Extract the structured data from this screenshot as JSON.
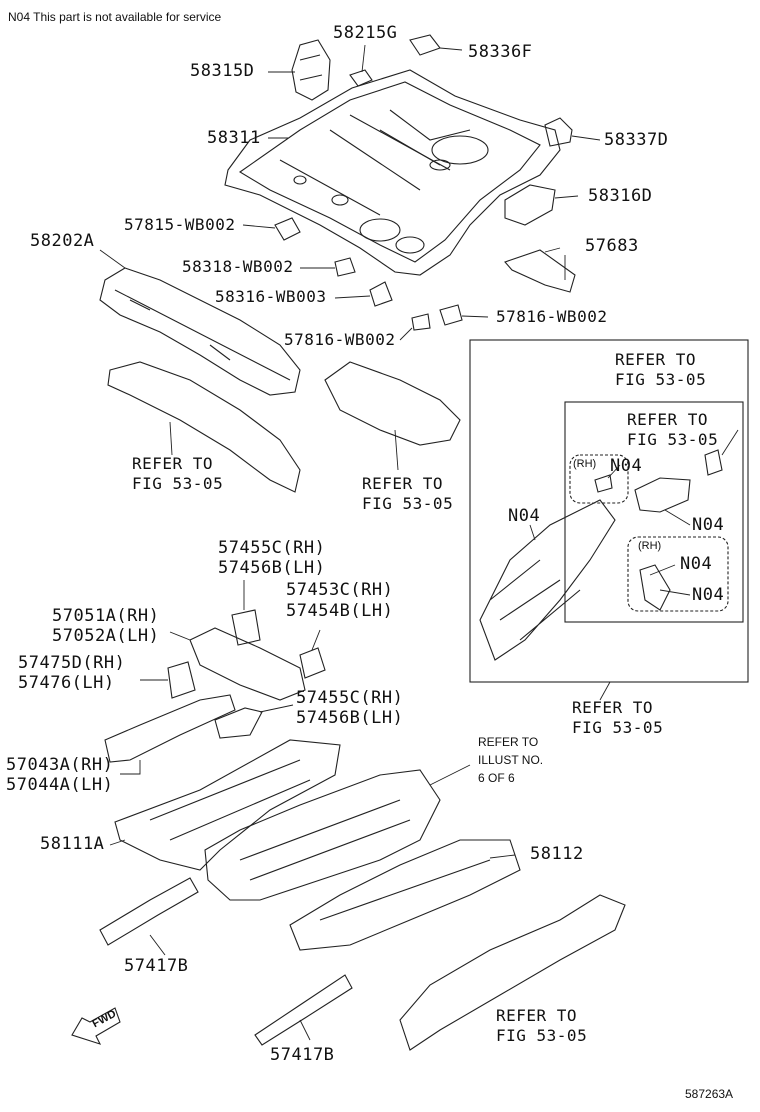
{
  "header_note": "N04 This part is not available for service",
  "illustration_code": "587263A",
  "fwd_label": "FWD",
  "labels": {
    "p58215G": "58215G",
    "p58336F": "58336F",
    "p58315D": "58315D",
    "p58311": "58311",
    "p58337D": "58337D",
    "p58316D": "58316D",
    "p57815": "57815-WB002",
    "p58202A": "58202A",
    "p57683": "57683",
    "p58318": "58318-WB002",
    "p58316wb": "58316-WB003",
    "p57816r": "57816-WB002",
    "p57816l": "57816-WB002",
    "p57455_1": "57455C(RH)",
    "p57456_1": "57456B(LH)",
    "p57453": "57453C(RH)",
    "p57454": "57454B(LH)",
    "p57051": "57051A(RH)",
    "p57052": "57052A(LH)",
    "p57475": "57475D(RH)",
    "p57476": "57476(LH)",
    "p57455_2": "57455C(RH)",
    "p57456_2": "57456B(LH)",
    "p57043": "57043A(RH)",
    "p57044": "57044A(LH)",
    "p58111A": "58111A",
    "p58112": "58112",
    "p57417B_1": "57417B",
    "p57417B_2": "57417B"
  },
  "refs": {
    "r1a": "REFER TO",
    "r1b": "FIG 53-05",
    "r2a": "REFER TO",
    "r2b": "FIG 53-05",
    "r3a": "REFER TO",
    "r3b": "FIG 53-05",
    "r4a": "REFER TO",
    "r4b": "FIG 53-05",
    "r5a": "REFER TO",
    "r5b": "FIG 53-05",
    "r6a": "REFER TO",
    "r6b": "FIG 53-05"
  },
  "illust_ref": [
    "REFER TO",
    "ILLUST NO.",
    "6 OF 6"
  ],
  "n04": {
    "a": "N04",
    "b": "N04",
    "c": "N04",
    "d": "N04",
    "e": "N04"
  },
  "rh": {
    "a": "(RH)",
    "b": "(RH)"
  }
}
